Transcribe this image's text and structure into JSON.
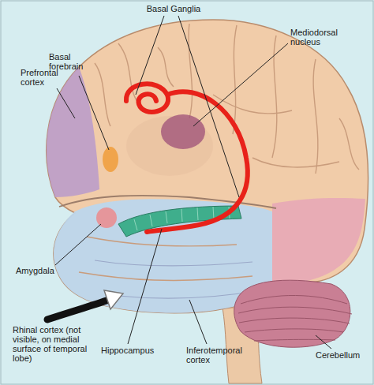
{
  "diagram": {
    "labels": [
      "Basal Ganglia",
      "Basal forebrain",
      "Mediodorsal nucleus",
      "Prefrontal cortex",
      "Amygdala",
      "Rhinal cortex (not visible, on medial surface of temporal lobe)",
      "Hippocampus",
      "Inferotemporal cortex",
      "Cerebellum"
    ]
  }
}
